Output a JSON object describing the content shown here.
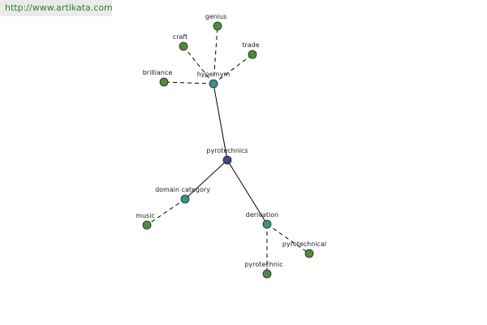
{
  "banner": {
    "url_text": "http://www.artikata.com",
    "color": "#2e7d32"
  },
  "colors": {
    "center": "#3b4a86",
    "relation": "#3f8f8a",
    "leaf": "#4f8b3f",
    "stroke": "#1f2a1f",
    "edge": "#000000"
  },
  "graph": {
    "nodes": [
      {
        "id": "pyrotechnics",
        "label": "pyrotechnics",
        "kind": "center"
      },
      {
        "id": "hypernym",
        "label": "hypernym",
        "kind": "relation"
      },
      {
        "id": "domain",
        "label": "domain category",
        "kind": "relation"
      },
      {
        "id": "derivation",
        "label": "derivation",
        "kind": "relation"
      },
      {
        "id": "genius",
        "label": "genius",
        "kind": "leaf"
      },
      {
        "id": "craft",
        "label": "craft",
        "kind": "leaf"
      },
      {
        "id": "trade",
        "label": "trade",
        "kind": "leaf"
      },
      {
        "id": "brilliance",
        "label": "brilliance",
        "kind": "leaf"
      },
      {
        "id": "music",
        "label": "music",
        "kind": "leaf"
      },
      {
        "id": "pyrotechnical",
        "label": "pyrotechnical",
        "kind": "leaf"
      },
      {
        "id": "pyrotechnic",
        "label": "pyrotechnic",
        "kind": "leaf"
      }
    ],
    "edges": [
      {
        "from": "pyrotechnics",
        "to": "hypernym",
        "style": "solid"
      },
      {
        "from": "pyrotechnics",
        "to": "domain",
        "style": "solid"
      },
      {
        "from": "pyrotechnics",
        "to": "derivation",
        "style": "solid"
      },
      {
        "from": "hypernym",
        "to": "genius",
        "style": "dashed"
      },
      {
        "from": "hypernym",
        "to": "craft",
        "style": "dashed"
      },
      {
        "from": "hypernym",
        "to": "trade",
        "style": "dashed"
      },
      {
        "from": "hypernym",
        "to": "brilliance",
        "style": "dashed"
      },
      {
        "from": "domain",
        "to": "music",
        "style": "dashed"
      },
      {
        "from": "derivation",
        "to": "pyrotechnical",
        "style": "dashed"
      },
      {
        "from": "derivation",
        "to": "pyrotechnic",
        "style": "dashed"
      }
    ]
  }
}
